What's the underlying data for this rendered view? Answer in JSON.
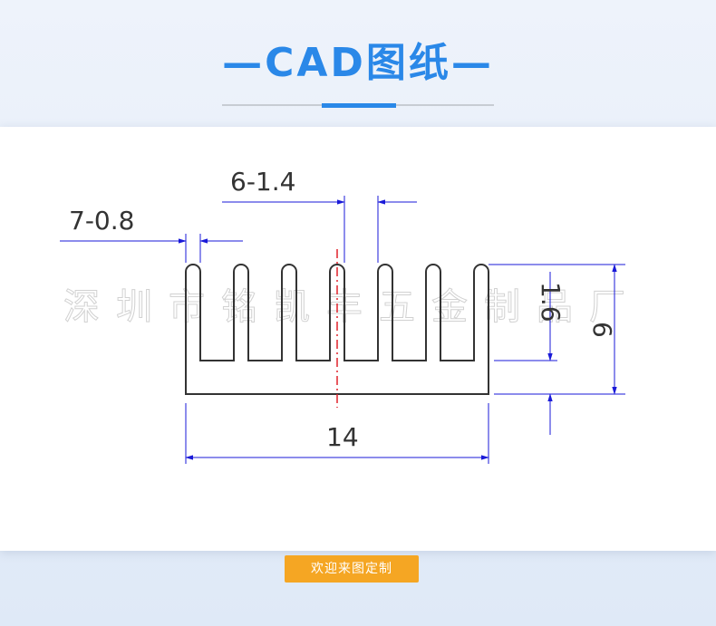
{
  "header": {
    "title": "—CAD图纸—"
  },
  "drawing": {
    "fin_thickness_label": "7-0.8",
    "fin_pitch_label": "6-1.4",
    "overall_width_label": "14",
    "fin_height_label": "6",
    "base_thickness_label": "1.6",
    "watermark_text": "深圳市铭凯丰五金制品厂",
    "line_color": "#333333",
    "dimension_color": "#1a1ad8",
    "centerline_color": "#e0202a"
  },
  "cta": {
    "label": "欢迎来图定制"
  },
  "colors": {
    "accent": "#2a88e8",
    "button": "#f5a623"
  }
}
